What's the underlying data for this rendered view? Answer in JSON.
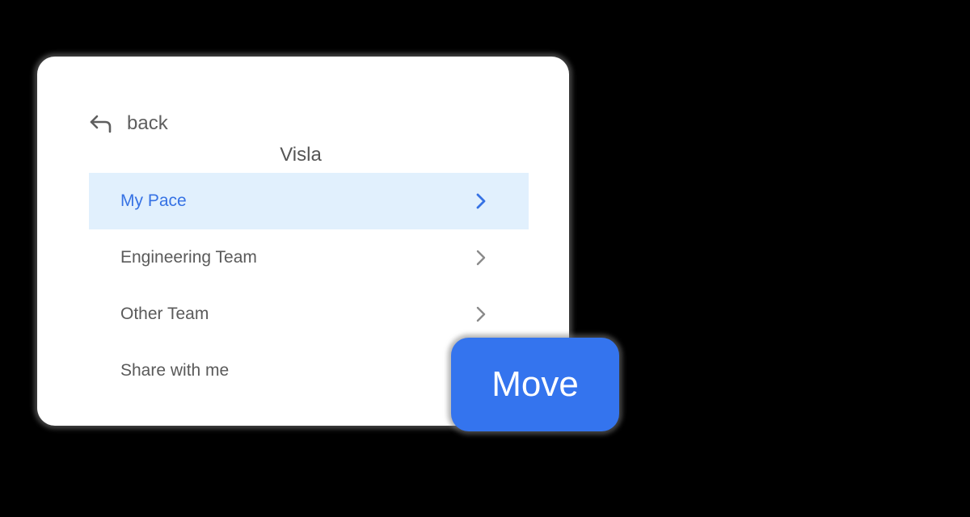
{
  "dialog": {
    "back_label": "back",
    "back_icon": "reply-arrow-icon",
    "folder_title": "Visla",
    "items": [
      {
        "label": "My Pace",
        "selected": true,
        "has_chevron": true
      },
      {
        "label": "Engineering Team",
        "selected": false,
        "has_chevron": true
      },
      {
        "label": "Other Team",
        "selected": false,
        "has_chevron": true
      },
      {
        "label": "Share with me",
        "selected": false,
        "has_chevron": false
      }
    ]
  },
  "move_button": {
    "label": "Move"
  },
  "colors": {
    "accent": "#3474ee",
    "selected_bg": "#e1f0fd",
    "selected_text": "#3672e4",
    "text": "#5a5a5a",
    "chevron_default": "#8a8a8a",
    "background": "#000000",
    "card": "#ffffff"
  }
}
